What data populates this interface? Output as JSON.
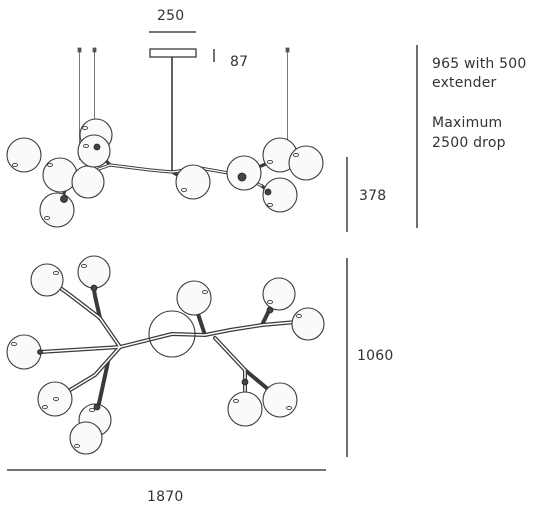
{
  "dimensions": {
    "canopy_width": "250",
    "canopy_height": "87",
    "side_height": "378",
    "top_depth": "1060",
    "overall_width": "1870",
    "drop_line1": "965 with 500",
    "drop_line2": "extender",
    "drop_line3": "Maximum",
    "drop_line4": "2500 drop"
  },
  "colors": {
    "line": "#3a3a3a",
    "globe": "#fafafa",
    "dim_line": "#222222"
  }
}
